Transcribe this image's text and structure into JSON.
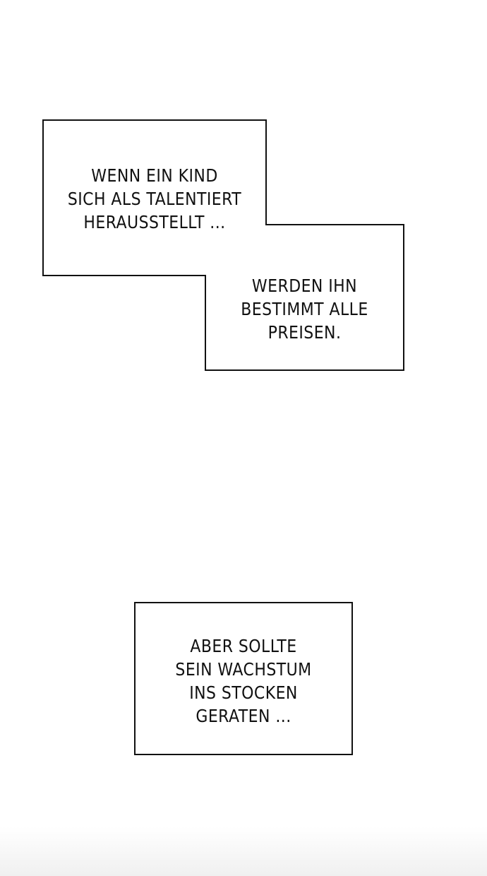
{
  "panel": {
    "boxes": [
      {
        "id": "box-1",
        "lines": [
          "WENN EIN KIND",
          "SICH ALS TALENTIERT",
          "HERAUSSTELLT ..."
        ]
      },
      {
        "id": "box-2",
        "lines": [
          "WERDEN IHN",
          "BESTIMMT ALLE",
          "PREISEN."
        ]
      },
      {
        "id": "box-3",
        "lines": [
          "ABER SOLLTE",
          "SEIN WACHSTUM",
          "INS STOCKEN",
          "GERATEN ..."
        ]
      }
    ]
  },
  "colors": {
    "background": "#ffffff",
    "border": "#111111",
    "text": "#111111"
  }
}
